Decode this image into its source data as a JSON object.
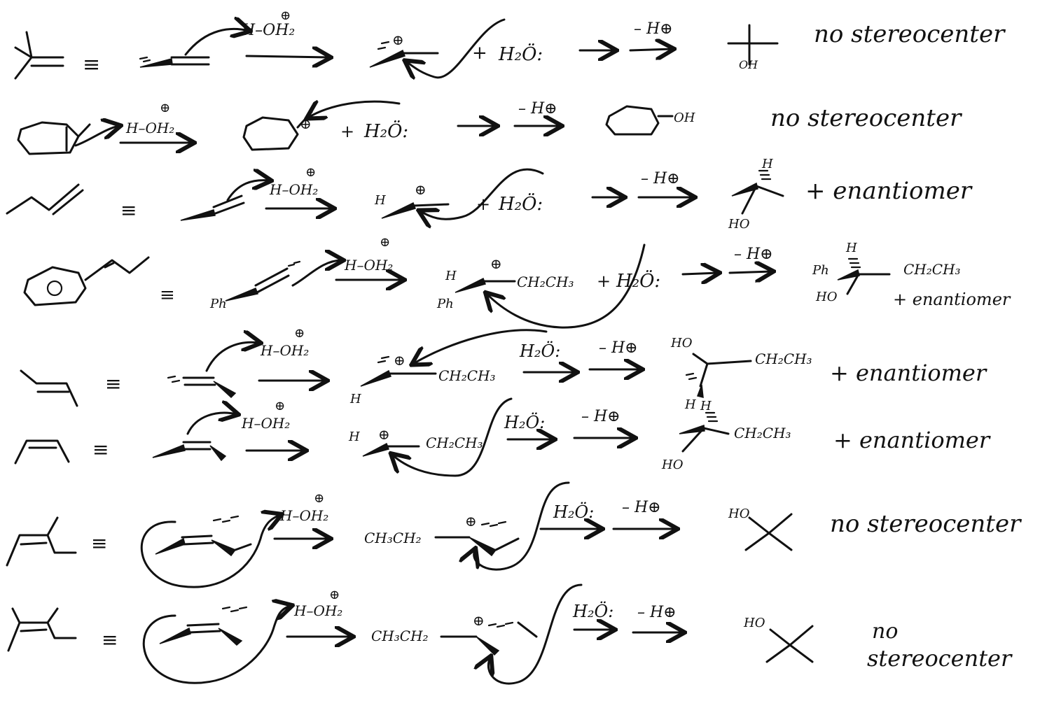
{
  "rows": [
    {
      "equiv": "≡",
      "reagent": "H–OH₂",
      "reagent_charge": "⊕",
      "cation_charge": "⊕",
      "water": "H₂Ö:",
      "plus": "+",
      "deprot": "– H⊕",
      "product_label": "OH",
      "result": "no stereocenter"
    },
    {
      "equiv": "",
      "reagent": "H–OH₂",
      "reagent_charge": "⊕",
      "cation_charge": "⊕",
      "water": "H₂Ö:",
      "plus": "+",
      "deprot": "– H⊕",
      "product_label": "OH",
      "result": "no stereocenter"
    },
    {
      "equiv": "≡",
      "reagent": "H–OH₂",
      "reagent_charge": "⊕",
      "cation_charge": "⊕",
      "cation_label": "H",
      "water": "H₂Ö:",
      "plus": "+",
      "deprot": "– H⊕",
      "product_label": "HO",
      "product_h": "H",
      "result": "+ enantiomer"
    },
    {
      "equiv": "≡",
      "reagent": "H–OH₂",
      "reagent_charge": "⊕",
      "start_label": "Ph",
      "cation_charge": "⊕",
      "cation_label": "H",
      "cation_label2": "Ph",
      "cation_sub": "CH₂CH₃",
      "water": "H₂Ö:",
      "plus": "+",
      "deprot": "– H⊕",
      "product_label": "HO",
      "product_h": "H",
      "product_ph": "Ph",
      "product_sub": "CH₂CH₃",
      "result": "+ enantiomer"
    },
    {
      "equiv": "≡",
      "reagent": "H–OH₂",
      "reagent_charge": "⊕",
      "cation_charge": "⊕",
      "cation_label": "H",
      "cation_sub": "CH₂CH₃",
      "water": "H₂Ö:",
      "deprot": "– H⊕",
      "product_label": "HO",
      "product_h": "H",
      "product_sub": "CH₂CH₃",
      "result": "+ enantiomer"
    },
    {
      "equiv": "≡",
      "reagent": "H–OH₂",
      "reagent_charge": "⊕",
      "cation_charge": "⊕",
      "cation_label": "H",
      "cation_sub": "CH₂CH₃",
      "water": "H₂Ö:",
      "deprot": "– H⊕",
      "product_label": "HO",
      "product_h": "H",
      "product_sub": "CH₂CH₃",
      "result": "+ enantiomer"
    },
    {
      "equiv": "≡",
      "reagent": "H–OH₂",
      "reagent_charge": "⊕",
      "cation_charge": "⊕",
      "cation_sub": "CH₃CH₂",
      "water": "H₂Ö:",
      "deprot": "– H⊕",
      "product_label": "HO",
      "result": "no stereocenter"
    },
    {
      "equiv": "≡",
      "reagent": "H–OH₂",
      "reagent_charge": "⊕",
      "cation_charge": "⊕",
      "cation_sub": "CH₃CH₂",
      "water": "H₂Ö:",
      "deprot": "– H⊕",
      "product_label": "HO",
      "result_line1": "no",
      "result_line2": "stereocenter"
    }
  ],
  "arrow_glyph": "→"
}
